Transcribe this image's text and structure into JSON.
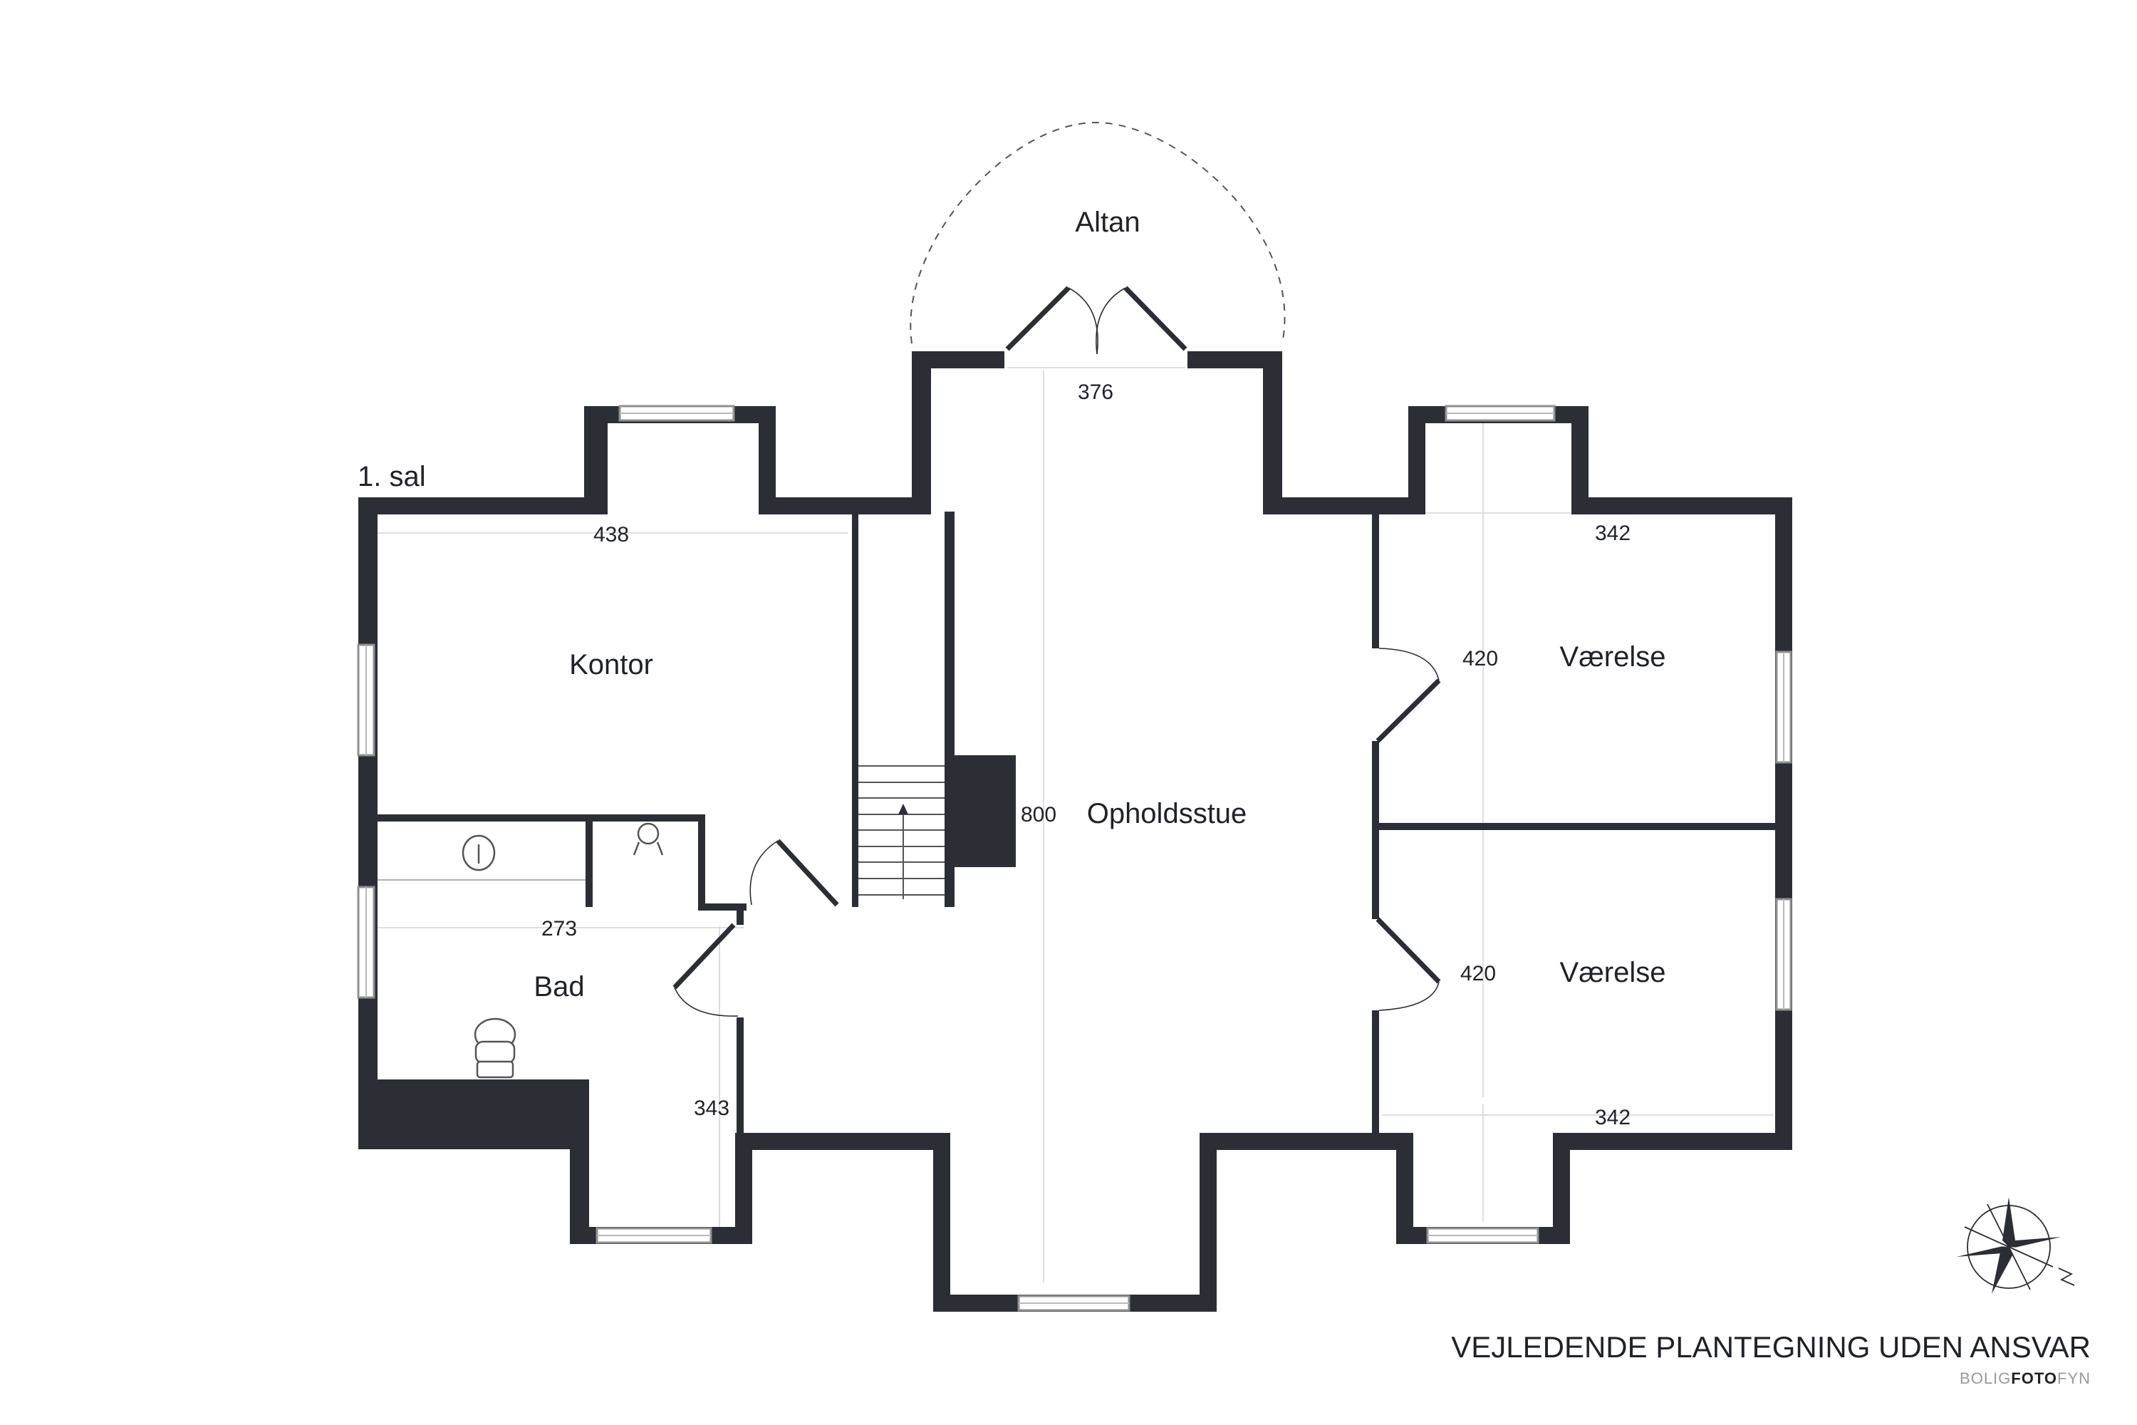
{
  "floor": {
    "label": "1. sal"
  },
  "rooms": {
    "altan": "Altan",
    "kontor": "Kontor",
    "bad": "Bad",
    "opholdsstue": "Opholdsstue",
    "vaerelse_top": "Værelse",
    "vaerelse_bottom": "Værelse"
  },
  "dimensions": {
    "kontor_width": "438",
    "altan_width": "376",
    "bad_width": "273",
    "bad_depth": "343",
    "opholdsstue_length": "800",
    "vaerelse_top_width": "342",
    "vaerelse_top_depth": "420",
    "vaerelse_bottom_depth": "420",
    "vaerelse_bottom_width": "342"
  },
  "footer": {
    "disclaimer": "VEJLEDENDE PLANTEGNING UDEN ANSVAR",
    "brand_prefix": "BOLIG",
    "brand_bold": "FOTO",
    "brand_suffix": "FYN"
  },
  "colors": {
    "wall": "#2b2e34",
    "background": "#ffffff"
  },
  "icons": [
    "compass-rose-icon",
    "toilet-icon",
    "sink-icon",
    "stair-arrow-icon"
  ]
}
